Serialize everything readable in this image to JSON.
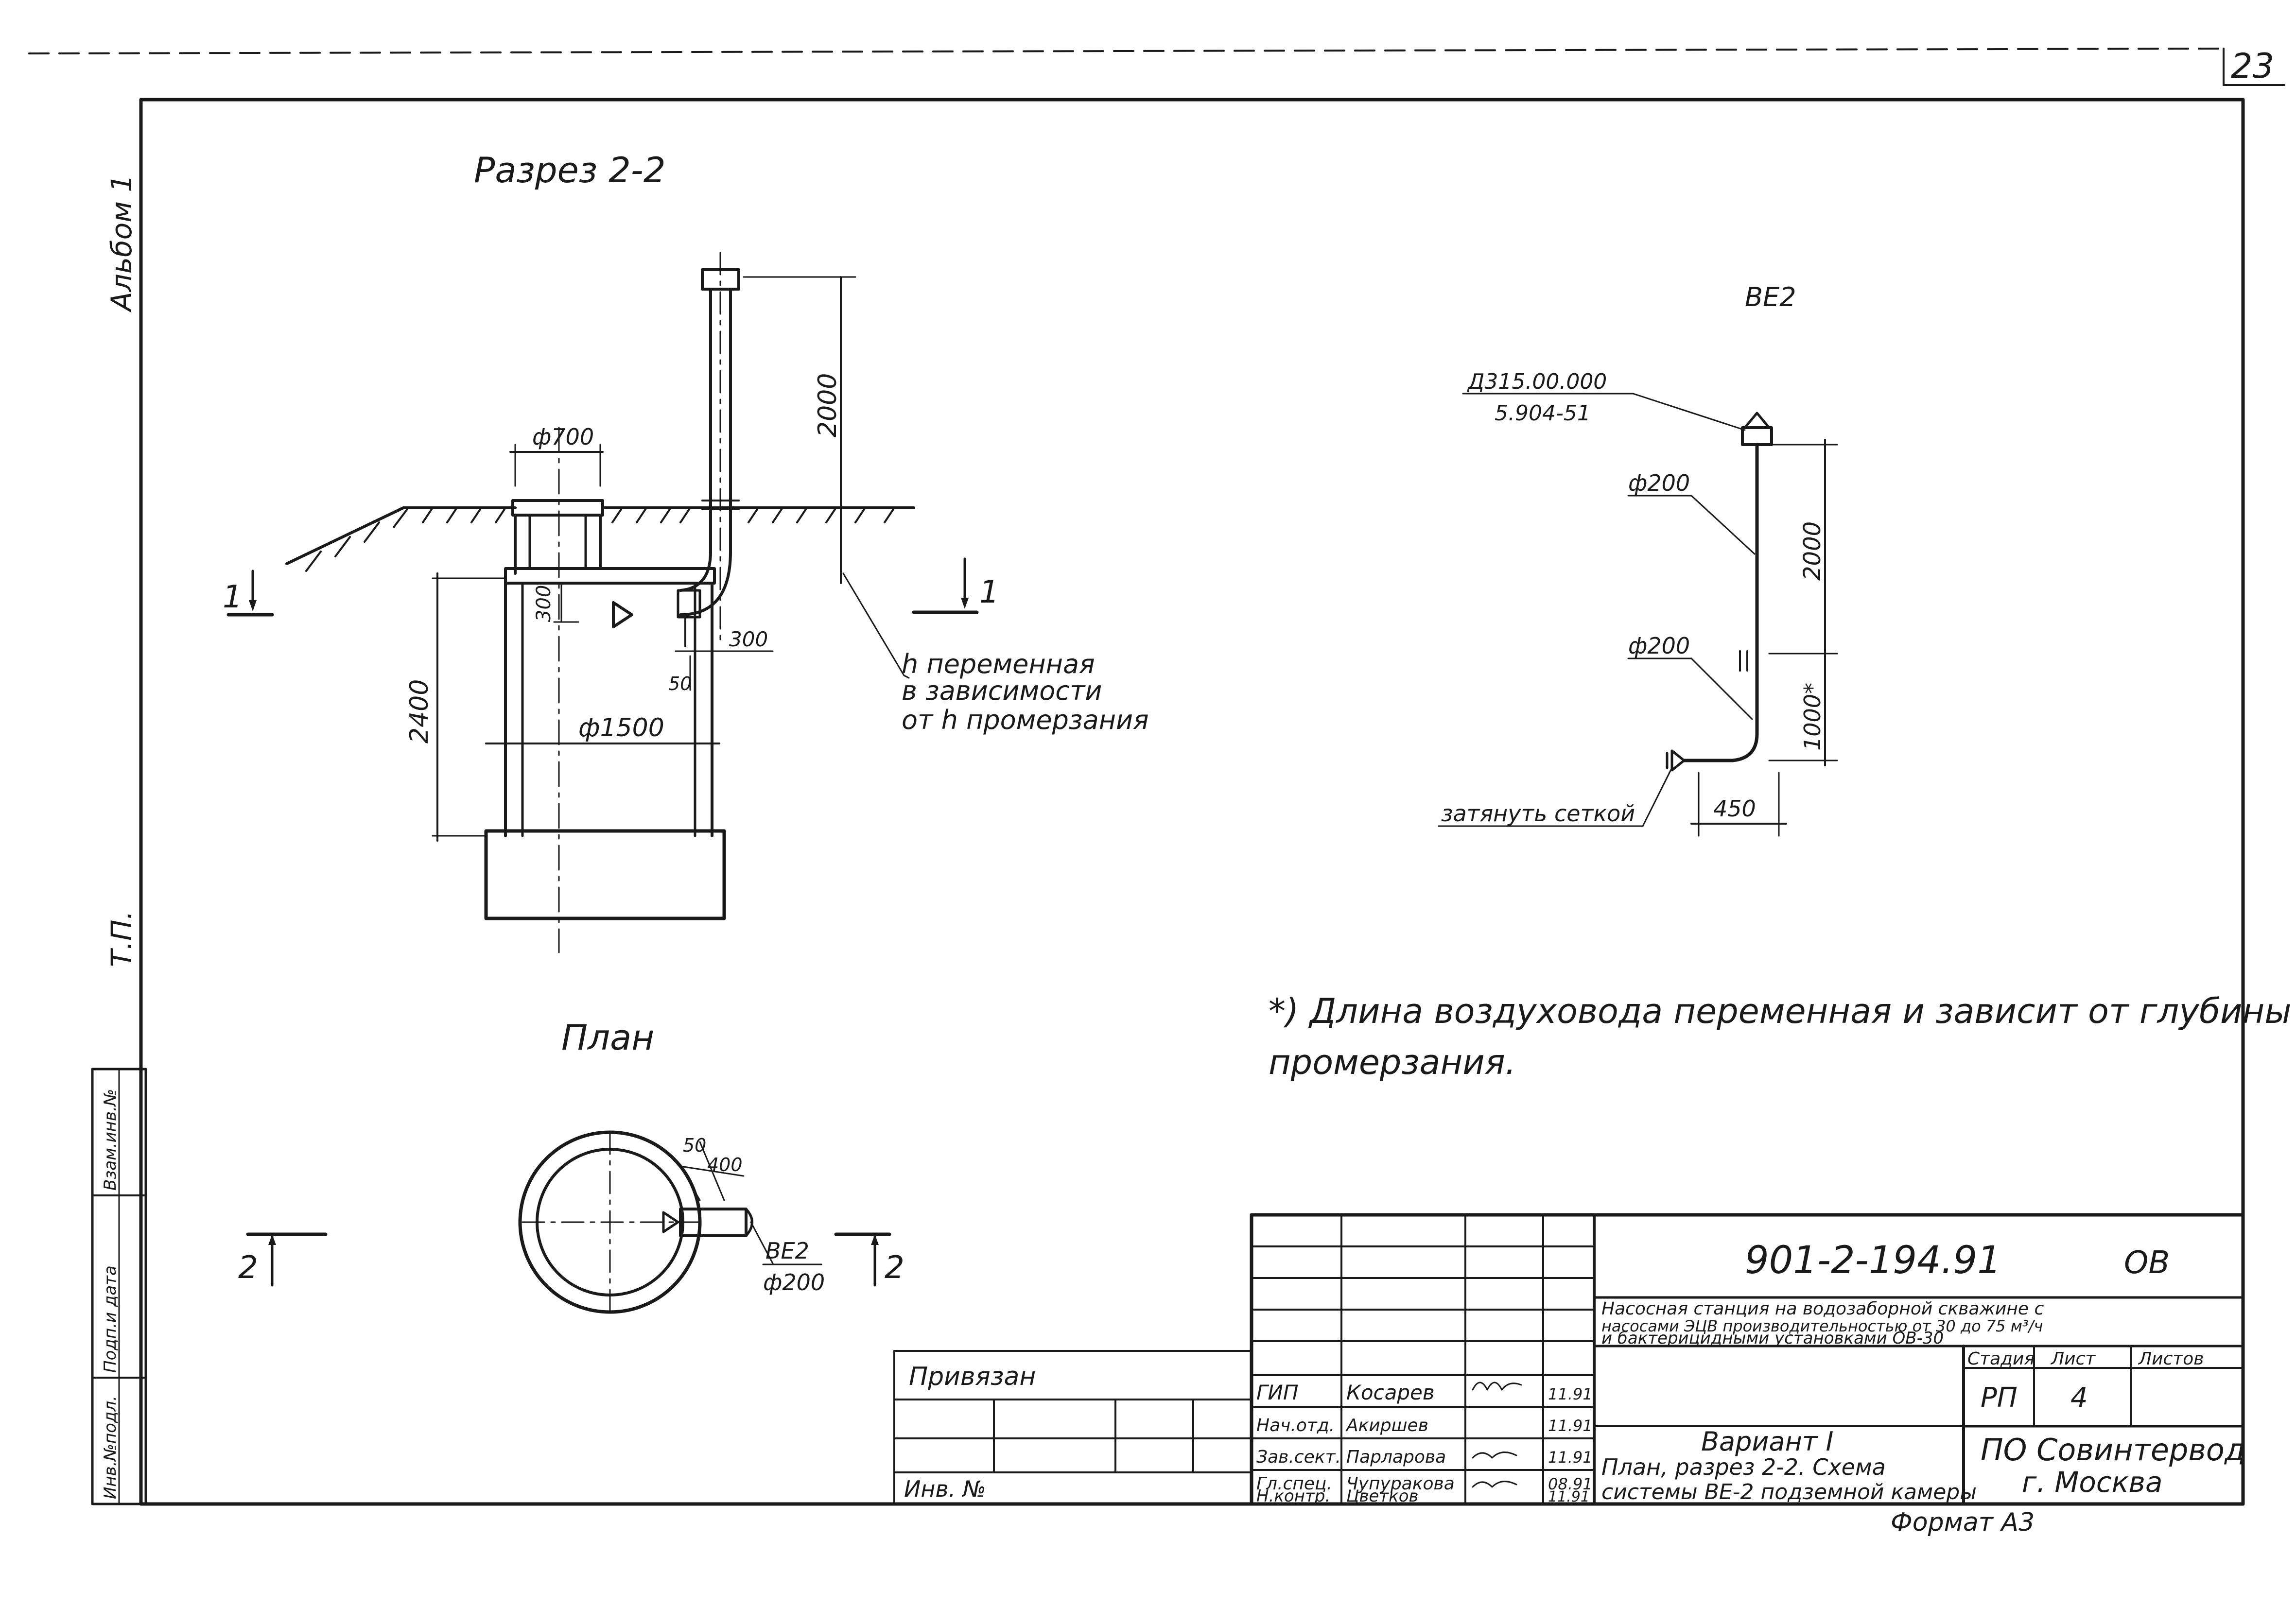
{
  "sheet": {
    "page_number": "23",
    "album_label": "Альбом 1",
    "tp_label": "Т.П.",
    "side_stamp": [
      "Инв.№подл.",
      "Подп.и дата",
      "Взам.инв.№"
    ]
  },
  "section": {
    "title": "Разрез 2-2",
    "dim_hatch_diameter": "ф700",
    "dim_shaft_height": "2000",
    "dim_chamber_height": "2400",
    "dim_300_vertical": "300",
    "dim_300_horizontal": "300",
    "dim_50": "50",
    "dim_chamber_diameter": "ф1500",
    "note_h_variable": [
      "h переменная",
      "в зависимости",
      "от h промерзания"
    ],
    "section_mark_1": "1"
  },
  "plan": {
    "title": "План",
    "dim_50": "50",
    "dim_400": "400",
    "label_ve": "ВЕ2",
    "label_diameter": "ф200",
    "section_mark_2": "2"
  },
  "ve2": {
    "title": "ВЕ2",
    "part_code": "Д315.00.000",
    "part_doc": "5.904-51",
    "diam_top": "ф200",
    "diam_bottom": "ф200",
    "dim_2000": "2000",
    "dim_1000": "1000*",
    "dim_450": "450",
    "mesh_note": "затянуть сеткой"
  },
  "footnote": [
    "*) Длина воздуховода переменная и зависит от глубины",
    "промерзания."
  ],
  "title_block": {
    "doc_number": "901-2-194.91",
    "section_code": "ОВ",
    "project_title": [
      "Насосная станция на водозаборной скважине с",
      "насосами ЭЦВ производительностью от 30 до 75 м³/ч",
      "и бактерицидными установками ОВ-30"
    ],
    "stage_label": "Стадия",
    "sheet_label": "Лист",
    "sheets_label": "Листов",
    "stage_value": "РП",
    "sheet_value": "4",
    "variant": "Вариант I",
    "sheet_title": [
      "План, разрез 2-2. Схема",
      "системы ВЕ-2 подземной камеры"
    ],
    "organization": [
      "ПО Совинтервод",
      "г. Москва"
    ],
    "bound_label": "Привязан",
    "inv_label": "Инв. №",
    "format_label": "Формат А3",
    "signatures": [
      {
        "role": "ГИП",
        "name": "Косарев",
        "date": "11.91"
      },
      {
        "role": "Нач.отд.",
        "name": "Акиршев",
        "date": "11.91"
      },
      {
        "role": "Зав.сект.",
        "name": "Парларова",
        "date": "11.91"
      },
      {
        "role": "Гл.спец.",
        "name": "Чупуракова",
        "date": "08.91"
      },
      {
        "role": "Н.контр.",
        "name": "Цветков",
        "date": "11.91"
      }
    ]
  }
}
